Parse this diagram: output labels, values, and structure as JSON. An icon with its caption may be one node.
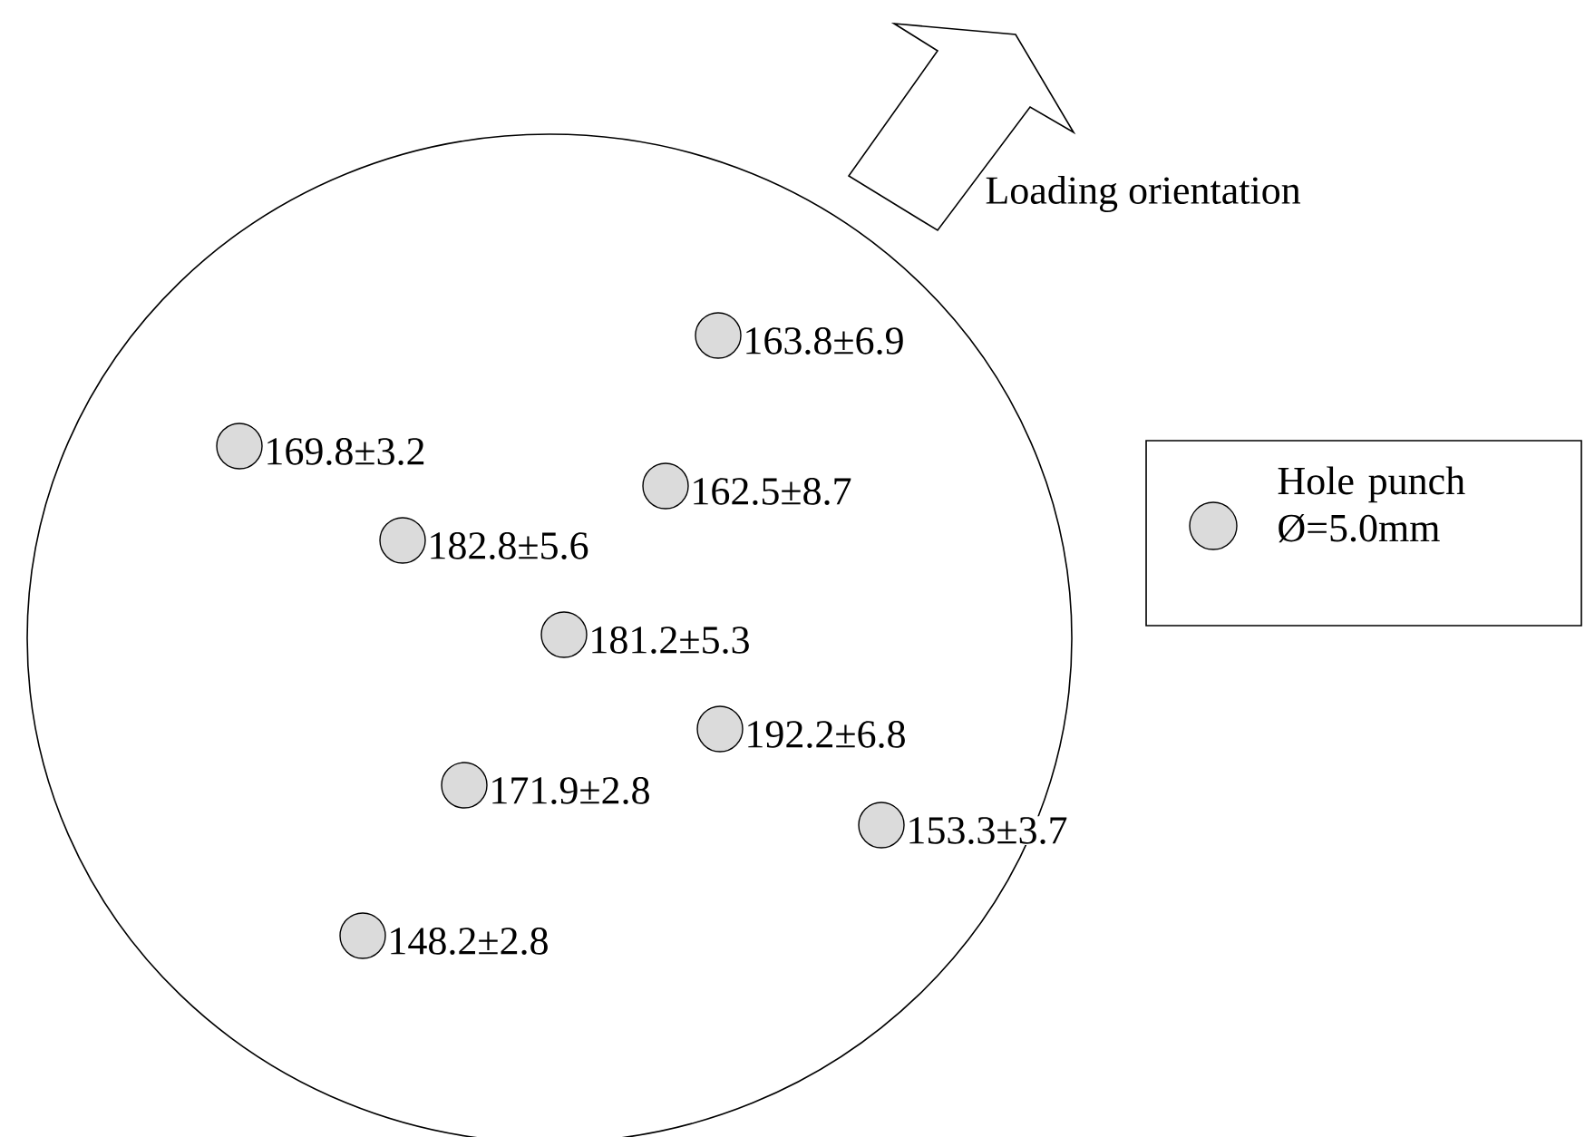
{
  "diagram": {
    "labels": [
      "Loading orientation",
      "163.8±6.9",
      "169.8±3.2",
      "162.5±8.7",
      "182.8±5.6",
      "181.2±5.3",
      "192.2±6.8",
      "171.9±2.8",
      "153.3±3.7",
      "148.2±2.8"
    ],
    "legend": [
      {
        "text": "Hole punch Ø=5.0mm"
      }
    ]
  }
}
